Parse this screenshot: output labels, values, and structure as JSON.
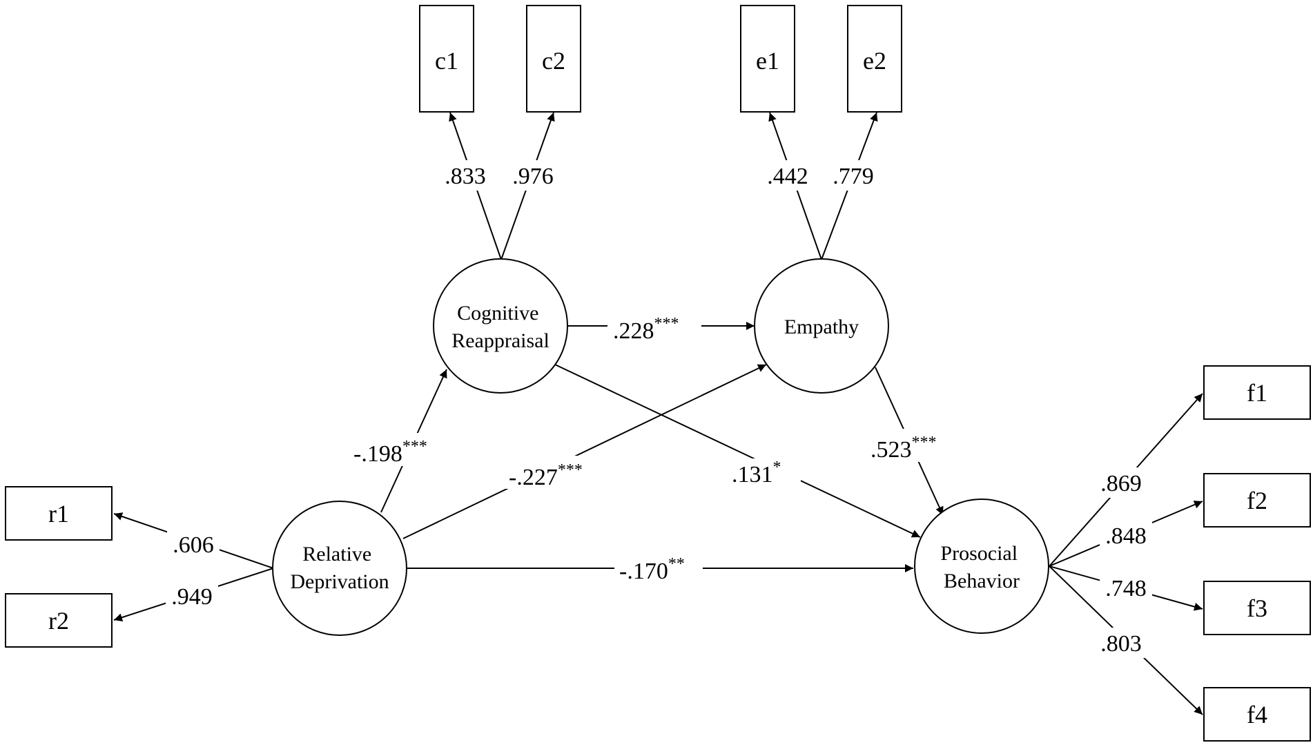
{
  "indicators": {
    "c1": "c1",
    "c2": "c2",
    "e1": "e1",
    "e2": "e2",
    "r1": "r1",
    "r2": "r2",
    "f1": "f1",
    "f2": "f2",
    "f3": "f3",
    "f4": "f4"
  },
  "latents": {
    "cognitive_reappraisal": [
      "Cognitive",
      "Reappraisal"
    ],
    "empathy": [
      "Empathy"
    ],
    "relative_deprivation": [
      "Relative",
      "Deprivation"
    ],
    "prosocial_behavior": [
      "Prosocial",
      "Behavior"
    ]
  },
  "loadings": {
    "c1": ".833",
    "c2": ".976",
    "e1": ".442",
    "e2": ".779",
    "r1": ".606",
    "r2": ".949",
    "f1": ".869",
    "f2": ".848",
    "f3": ".748",
    "f4": ".803"
  },
  "paths": {
    "cr_to_emp": {
      "coef": ".228",
      "sig": "***"
    },
    "rd_to_cr": {
      "coef": "-.198",
      "sig": "***"
    },
    "rd_to_emp": {
      "coef": "-.227",
      "sig": "***"
    },
    "cr_to_pb": {
      "coef": ".131",
      "sig": "*"
    },
    "emp_to_pb": {
      "coef": ".523",
      "sig": "***"
    },
    "rd_to_pb": {
      "coef": "-.170",
      "sig": "**"
    }
  }
}
